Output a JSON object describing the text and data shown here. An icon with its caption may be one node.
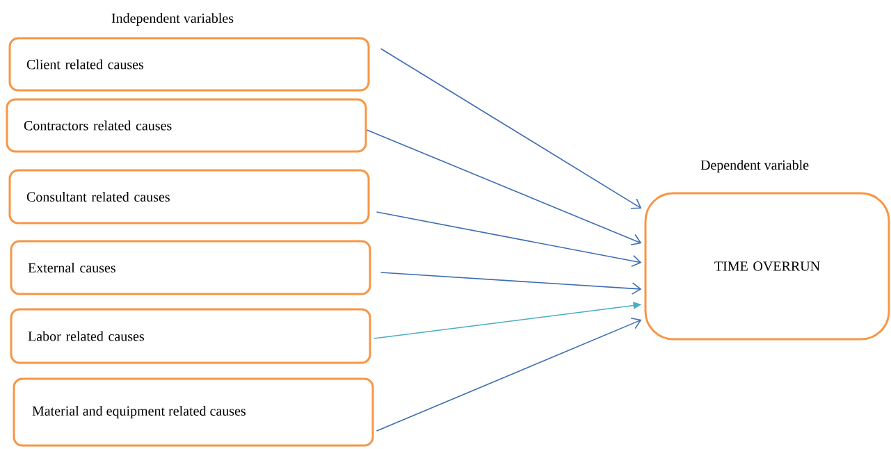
{
  "diagram": {
    "nodes": [
      {
        "text": [
          "Client related causes"
        ]
      },
      {
        "text": [
          "Contractors related causes"
        ]
      },
      {
        "text": [
          "Consultant related causes"
        ]
      },
      {
        "text": [
          "External causes"
        ]
      },
      {
        "text": [
          "Labor related causes"
        ]
      },
      {
        "text": [
          "Material and equipment related causes"
        ]
      },
      {
        "text": [
          "TIME OVERRUN"
        ],
        "beside": [
          "Dependent variable"
        ]
      }
    ],
    "edges": [
      {
        "from": 0,
        "to": 6,
        "arrow": "to"
      },
      {
        "from": 1,
        "to": 6,
        "arrow": "to"
      },
      {
        "from": 2,
        "to": 6,
        "arrow": "to"
      },
      {
        "from": 3,
        "to": 6,
        "arrow": "to"
      },
      {
        "from": 4,
        "to": 6,
        "arrow": "to",
        "color": "#4bacc6"
      },
      {
        "from": 5,
        "to": 6,
        "arrow": "to"
      }
    ],
    "labels": [
      "Independent variables"
    ]
  }
}
